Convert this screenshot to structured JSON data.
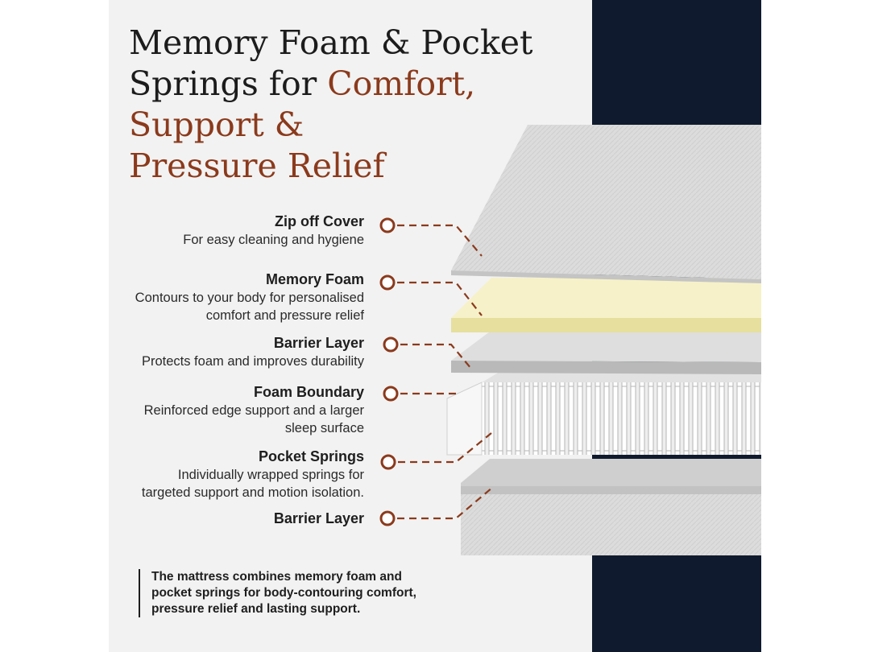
{
  "headline": {
    "line1": "Memory Foam & Pocket",
    "line2_prefix": "Springs for ",
    "line2_accent": "Comfort,",
    "line3": "Support &",
    "line4": "Pressure Relief"
  },
  "features": [
    {
      "title": "Zip off Cover",
      "desc": "For easy cleaning and hygiene"
    },
    {
      "title": "Memory Foam",
      "desc": "Contours to your body for personalised\ncomfort and pressure relief"
    },
    {
      "title": "Barrier Layer",
      "desc": "Protects foam and improves durability"
    },
    {
      "title": "Foam Boundary",
      "desc": "Reinforced edge support and a larger\nsleep surface"
    },
    {
      "title": "Pocket Springs",
      "desc": "Individually wrapped springs for\ntargeted support and motion isolation."
    },
    {
      "title": "Barrier Layer",
      "desc": ""
    }
  ],
  "callout": "The mattress combines memory foam and\npocket springs for body-contouring comfort,\npressure relief and lasting support.",
  "colors": {
    "accent": "#8b3a1c",
    "navy": "#0f1a2e",
    "foam": "#f6f1c8",
    "cover": "#d9d9d9"
  }
}
